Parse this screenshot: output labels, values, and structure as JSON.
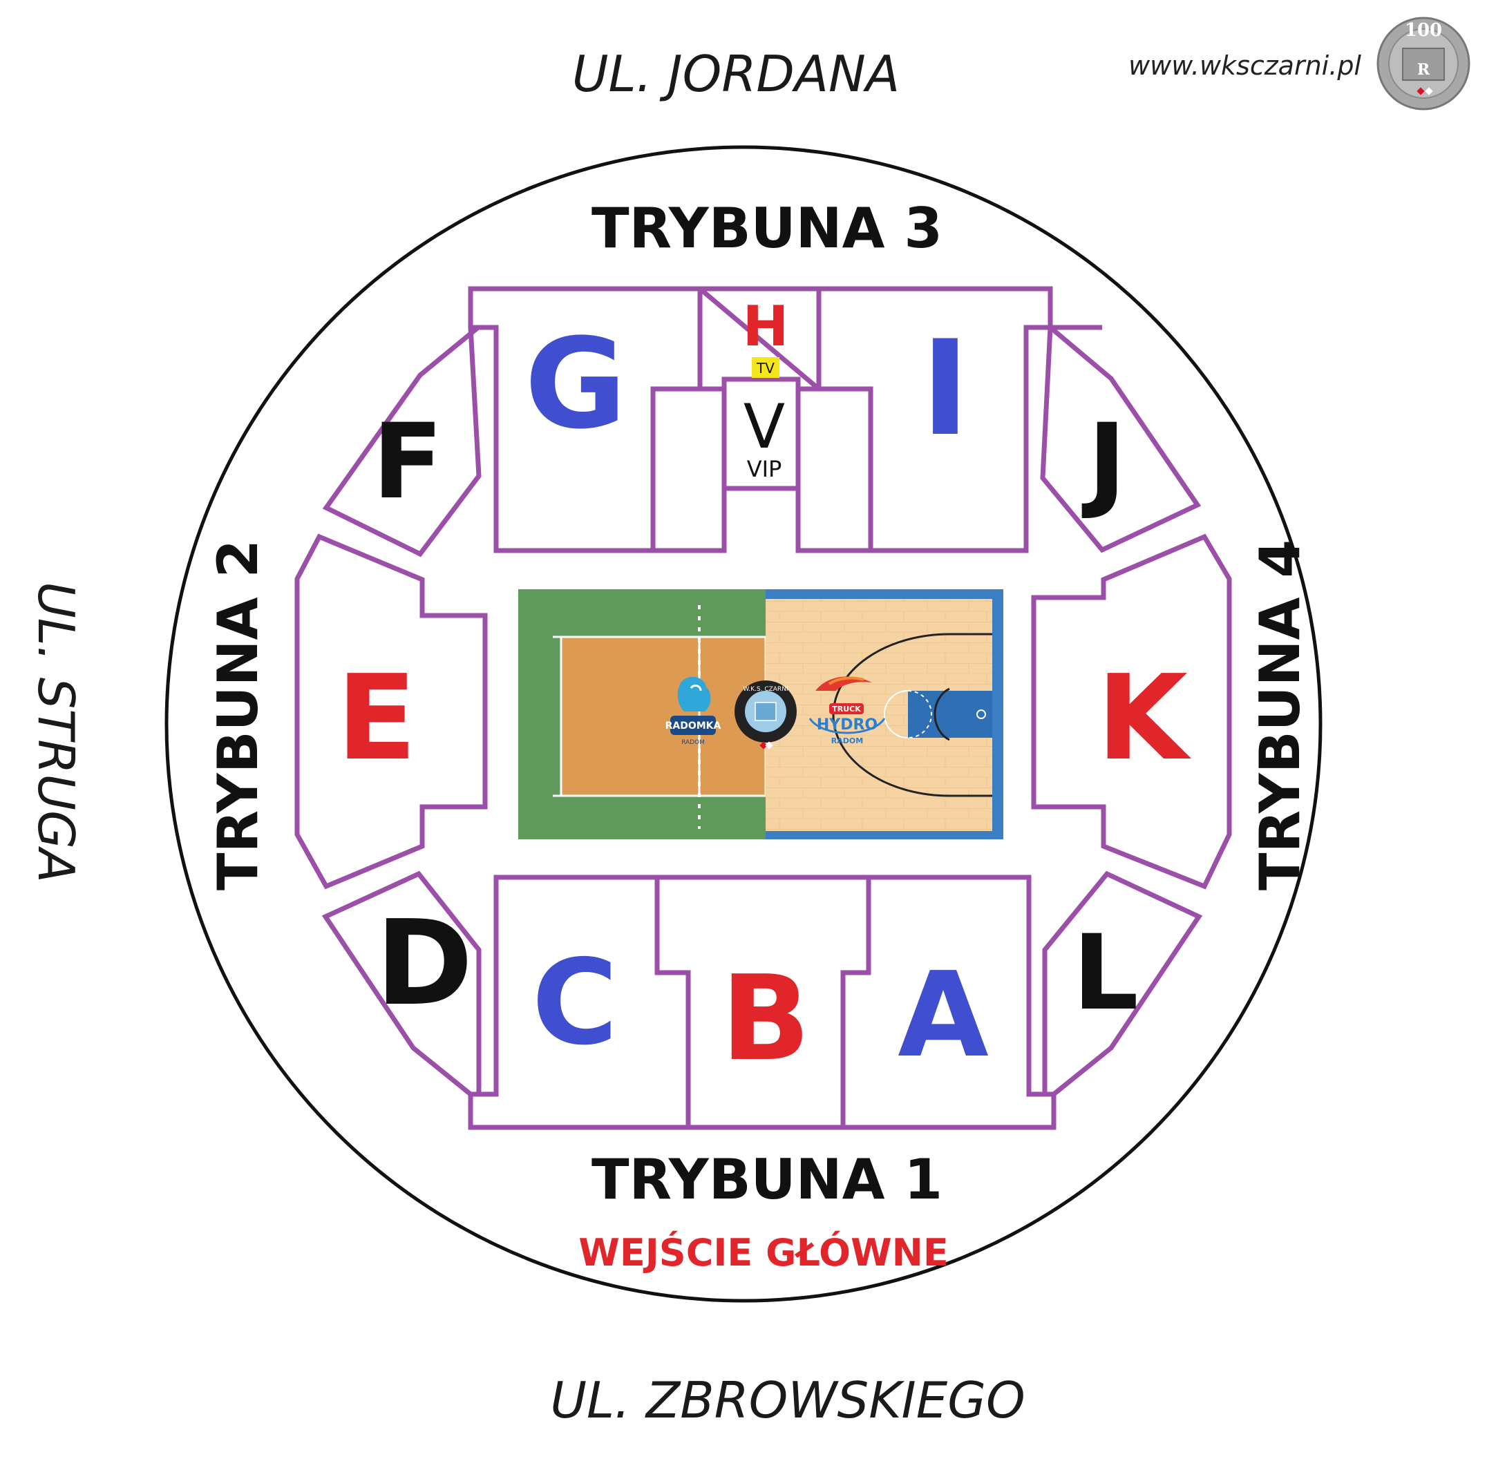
{
  "streets": {
    "north": "UL. JORDANA",
    "west": "UL. STRUGA",
    "south": "UL. ZBROWSKIEGO"
  },
  "website": "www.wksczarni.pl",
  "emblem": {
    "number": "100",
    "letter": "R"
  },
  "stands": {
    "t1": "TRYBUNA 1",
    "t2": "TRYBUNA 2",
    "t3": "TRYBUNA 3",
    "t4": "TRYBUNA 4"
  },
  "main_entrance": "WEJŚCIE GŁÓWNE",
  "sectors": {
    "A": "A",
    "B": "B",
    "C": "C",
    "D": "D",
    "E": "E",
    "F": "F",
    "G": "G",
    "H": "H",
    "I": "I",
    "J": "J",
    "K": "K",
    "L": "L",
    "V": "V"
  },
  "labels": {
    "tv": "TV",
    "vip": "VIP"
  },
  "logos": {
    "volley": "RADOMKA",
    "volley_sub": "RADOM",
    "club": "W.K.S. CZARNI",
    "basket_top": "TRUCK",
    "basket_main": "HYDRO",
    "basket_sub": "RADOM"
  },
  "colors": {
    "sector_outline": "#9b4fa8",
    "blue_letter": "#3f4fcf",
    "red_letter": "#e0262b",
    "black_letter": "#111111",
    "volley_green": "#5f9a5c",
    "volley_court": "#dd9a52",
    "basket_wood": "#f6d3a3",
    "basket_blue": "#3b7ec4"
  }
}
